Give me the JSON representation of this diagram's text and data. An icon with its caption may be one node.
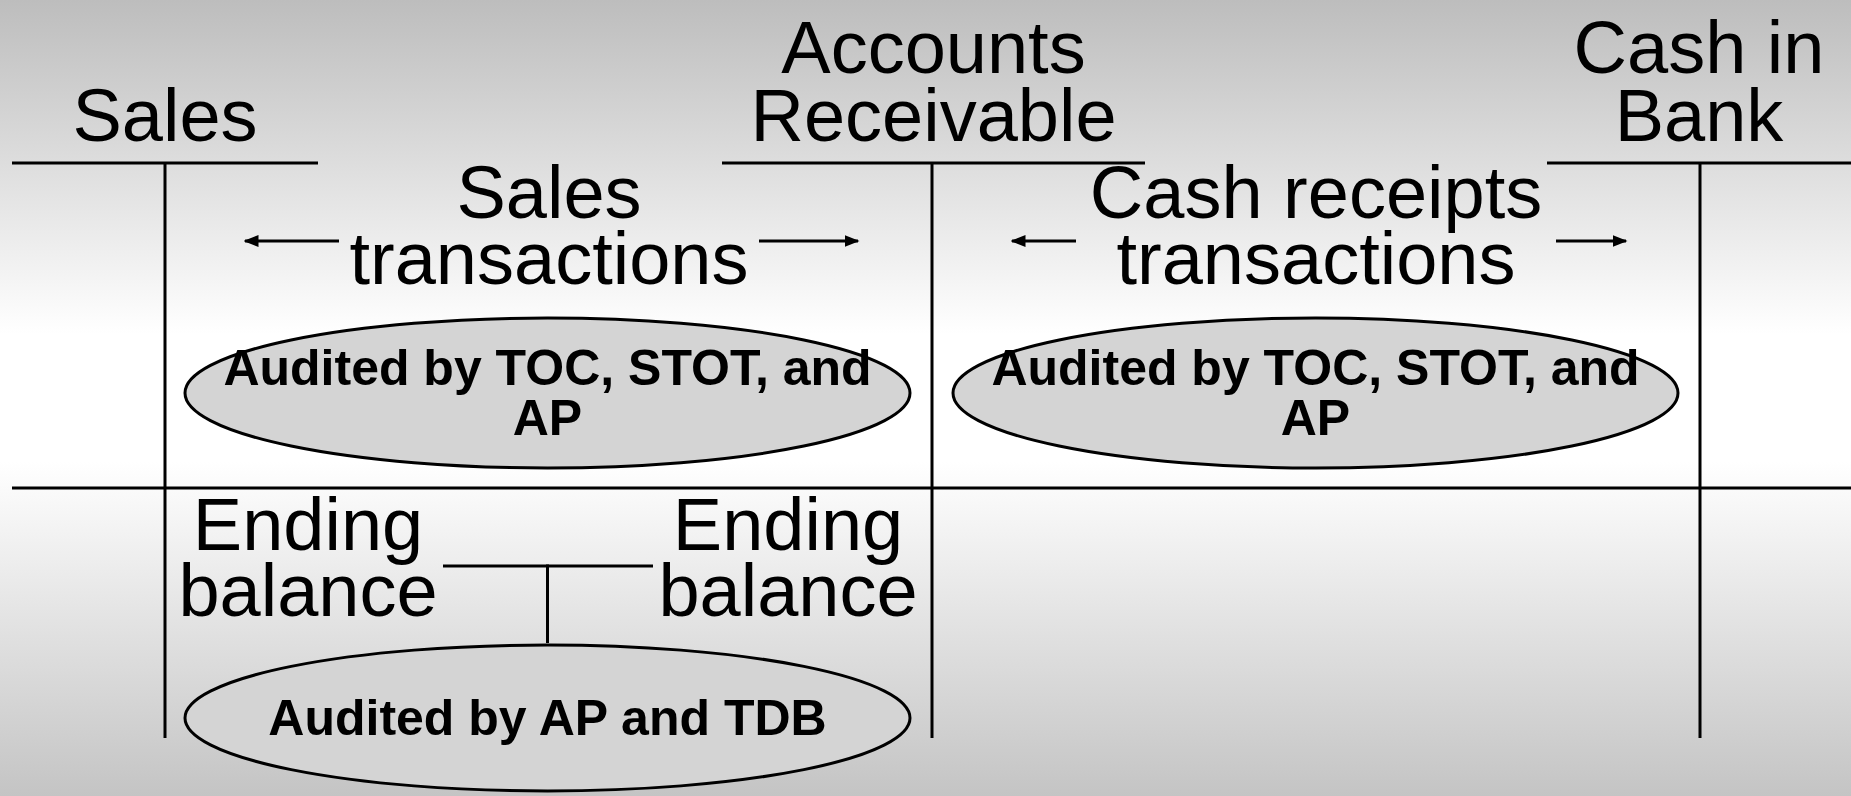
{
  "diagram": {
    "nodes": [
      {
        "text": [
          "Sales"
        ]
      },
      {
        "text": [
          "Accounts Receivable"
        ]
      },
      {
        "text": [
          "Cash in Bank"
        ]
      },
      {
        "text": [
          "Sales transactions"
        ]
      },
      {
        "text": [
          "Cash receipts transactions"
        ]
      },
      {
        "text": [
          "Audited by TOC, STOT, and AP"
        ]
      },
      {
        "text": [
          "Audited by TOC, STOT, and AP"
        ]
      },
      {
        "text": [
          "Ending balance"
        ]
      },
      {
        "text": [
          "Ending balance"
        ]
      },
      {
        "text": [
          "Audited by AP and TDB"
        ]
      }
    ],
    "edges": [
      {
        "from": 3,
        "to": 0,
        "arrow": "to"
      },
      {
        "from": 3,
        "to": 1,
        "arrow": "to"
      },
      {
        "from": 4,
        "to": 1,
        "arrow": "to"
      },
      {
        "from": 4,
        "to": 2,
        "arrow": "to"
      },
      {
        "from": 7,
        "to": 9,
        "arrow": "none"
      },
      {
        "from": 8,
        "to": 9,
        "arrow": "none"
      }
    ]
  }
}
